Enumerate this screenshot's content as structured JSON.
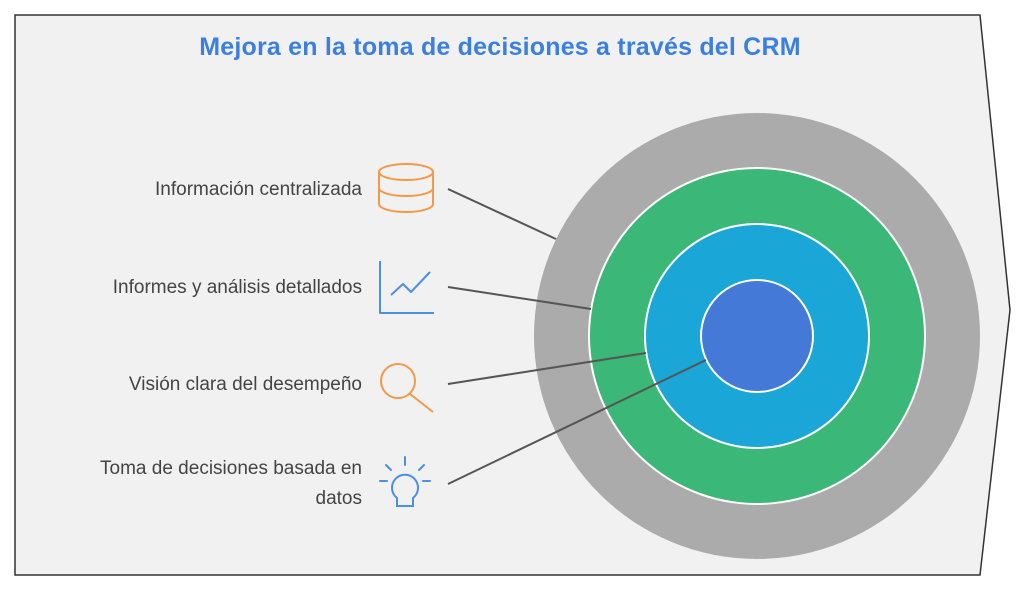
{
  "title": "Mejora en la toma de decisiones a través del CRM",
  "items": [
    {
      "label": "Información centralizada",
      "icon": "database-icon",
      "icon_color": "#f2994a"
    },
    {
      "label": "Informes y análisis detallados",
      "icon": "line-chart-icon",
      "icon_color": "#4a8fe8"
    },
    {
      "label": "Visión clara del desempeño",
      "icon": "magnifier-icon",
      "icon_color": "#f2994a"
    },
    {
      "label_line1": "Toma de decisiones basada en",
      "label_line2": "datos",
      "icon": "lightbulb-icon",
      "icon_color": "#4a8fe8"
    }
  ],
  "rings": [
    {
      "name": "outer-ring",
      "color": "#ababab"
    },
    {
      "name": "second-ring",
      "color": "#3bb878"
    },
    {
      "name": "third-ring",
      "color": "#1aa6d6"
    },
    {
      "name": "inner-circle",
      "color": "#4479d8"
    }
  ]
}
